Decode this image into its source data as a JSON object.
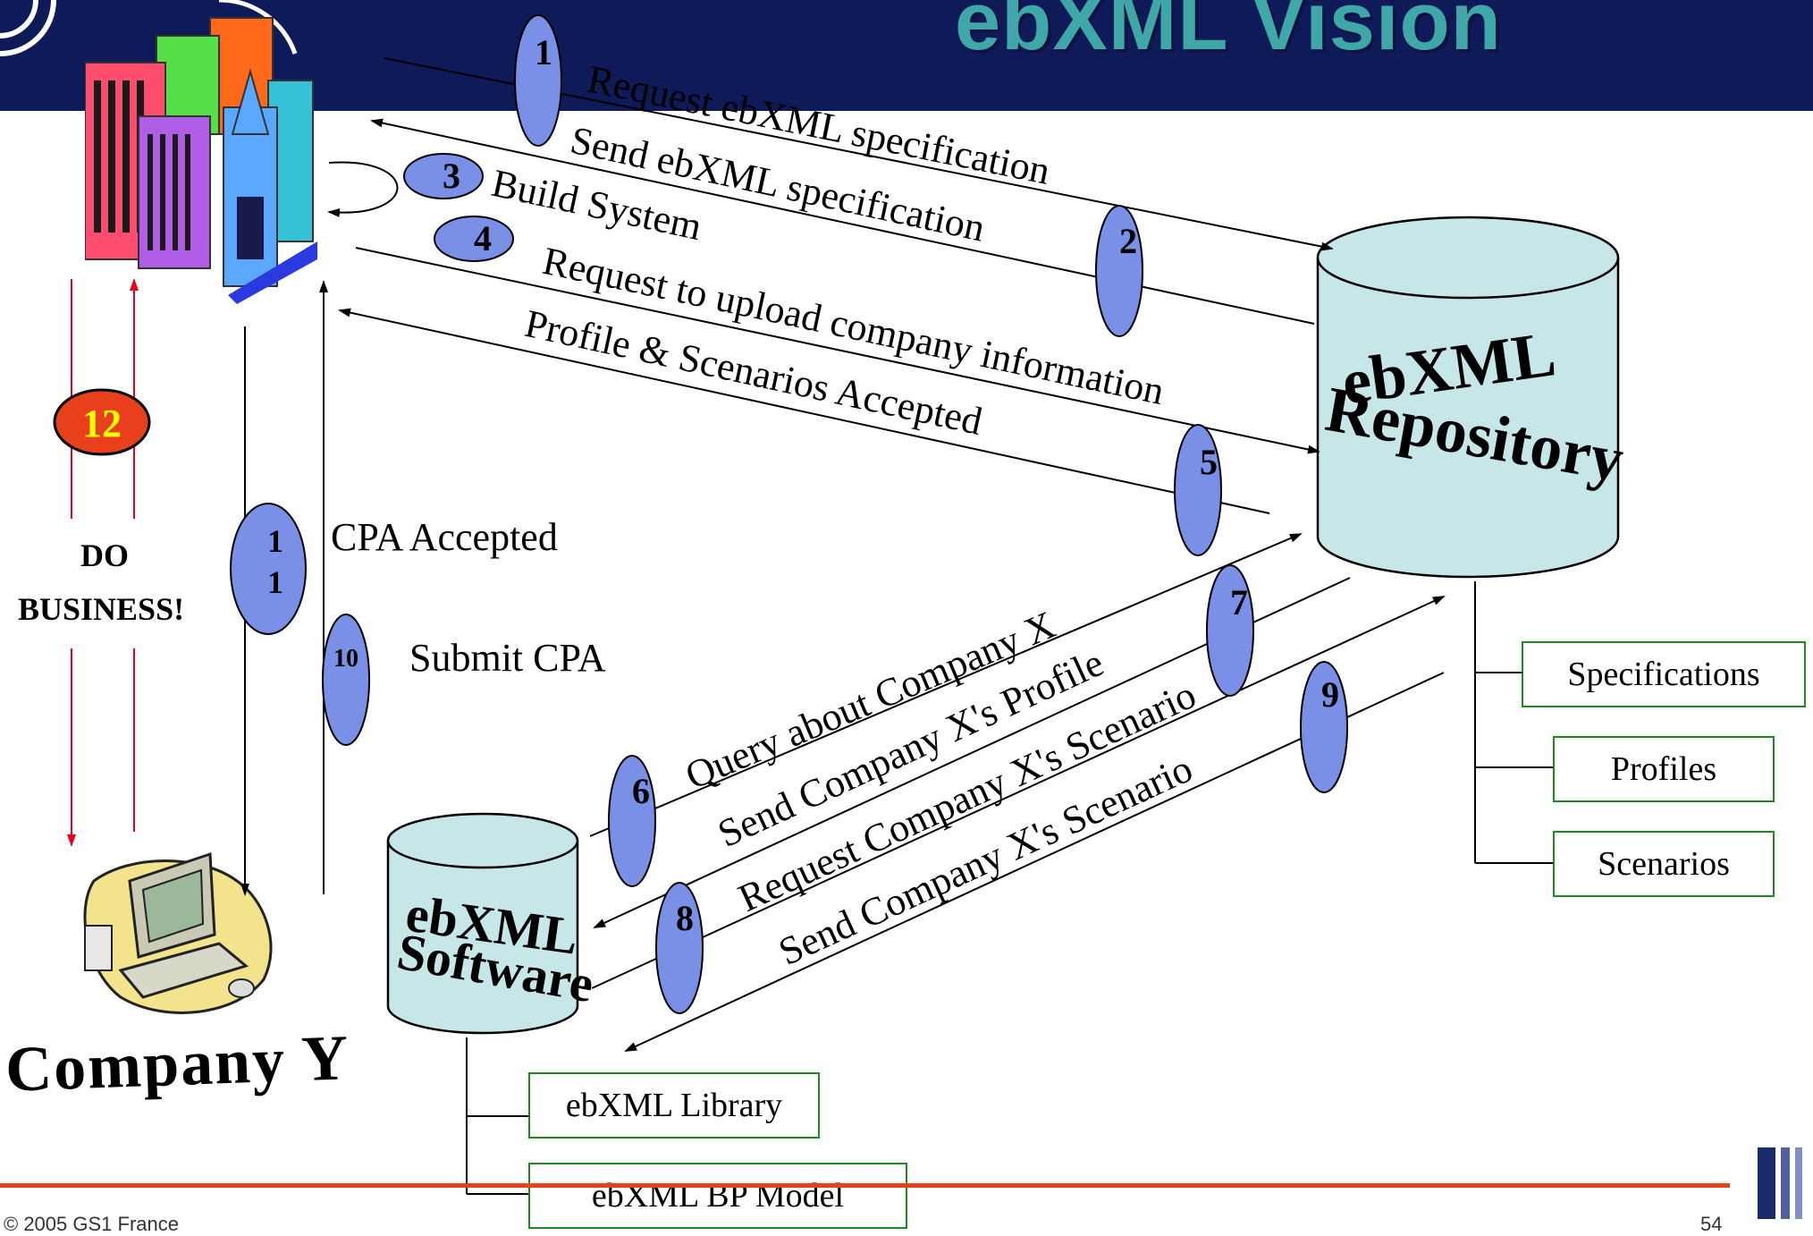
{
  "slide": {
    "title": "ebXML Vision",
    "copyright": "© 2005 GS1 France",
    "page_number": "54",
    "company_label": "Company Y",
    "do_business": [
      "DO",
      "BUSINESS!"
    ],
    "repository_label": [
      "ebXML",
      "Repository"
    ],
    "software_label": [
      "ebXML",
      "Software"
    ]
  },
  "steps": [
    {
      "num": "1",
      "label": "Request ebXML specification"
    },
    {
      "num": "2",
      "label": "Send ebXML specification"
    },
    {
      "num": "3",
      "label": "Build System"
    },
    {
      "num": "4",
      "label": "Request to upload company information"
    },
    {
      "num": "5",
      "label": "Profile & Scenarios Accepted"
    },
    {
      "num": "6",
      "label": "Query about Company X"
    },
    {
      "num": "7",
      "label": "Send Company X's Profile"
    },
    {
      "num": "8",
      "label": "Request Company X's Scenario"
    },
    {
      "num": "9",
      "label": "Send Company X's Scenario"
    },
    {
      "num": "10",
      "label": "Submit CPA"
    },
    {
      "num": "11",
      "label": "CPA Accepted"
    },
    {
      "num": "12",
      "label": ""
    }
  ],
  "repository_items": [
    "Specifications",
    "Profiles",
    "Scenarios"
  ],
  "software_items": [
    "ebXML Library",
    "ebXML BP Model"
  ],
  "colors": {
    "header": "#0f1a58",
    "title": "#3fa7a8",
    "ellipse": "#7a8fe6",
    "cylinder": "#c6e6e8",
    "box_border": "#1e8b1e",
    "footer_line": "#e8401c",
    "step12": "#e8401c"
  }
}
